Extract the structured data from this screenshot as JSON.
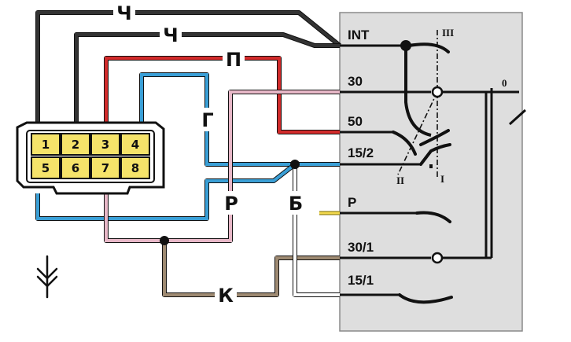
{
  "colors": {
    "black": "#333333",
    "red": "#d22b2b",
    "blue": "#3a9fd6",
    "pink": "#e8b8c8",
    "brown": "#9e8a72",
    "white": "#ffffff",
    "yellow": "#f2d94e",
    "panel": "#dedede",
    "connector_body": "#ffffff",
    "pin_fill": "#f5e36a"
  },
  "switch": {
    "terminals": [
      "INT",
      "30",
      "50",
      "15/2",
      "P",
      "30/1",
      "15/1"
    ],
    "positions": [
      "III",
      "0",
      "II",
      "I"
    ]
  },
  "connector": {
    "pins_top": [
      "1",
      "2",
      "3",
      "4"
    ],
    "pins_bottom": [
      "5",
      "6",
      "7",
      "8"
    ]
  },
  "wire_labels": {
    "ch_top": "Ч",
    "ch_second": "Ч",
    "p": "П",
    "g": "Г",
    "r": "Р",
    "b": "Б",
    "k": "К"
  },
  "icons": {
    "ground": "ground-arrow-icon"
  }
}
